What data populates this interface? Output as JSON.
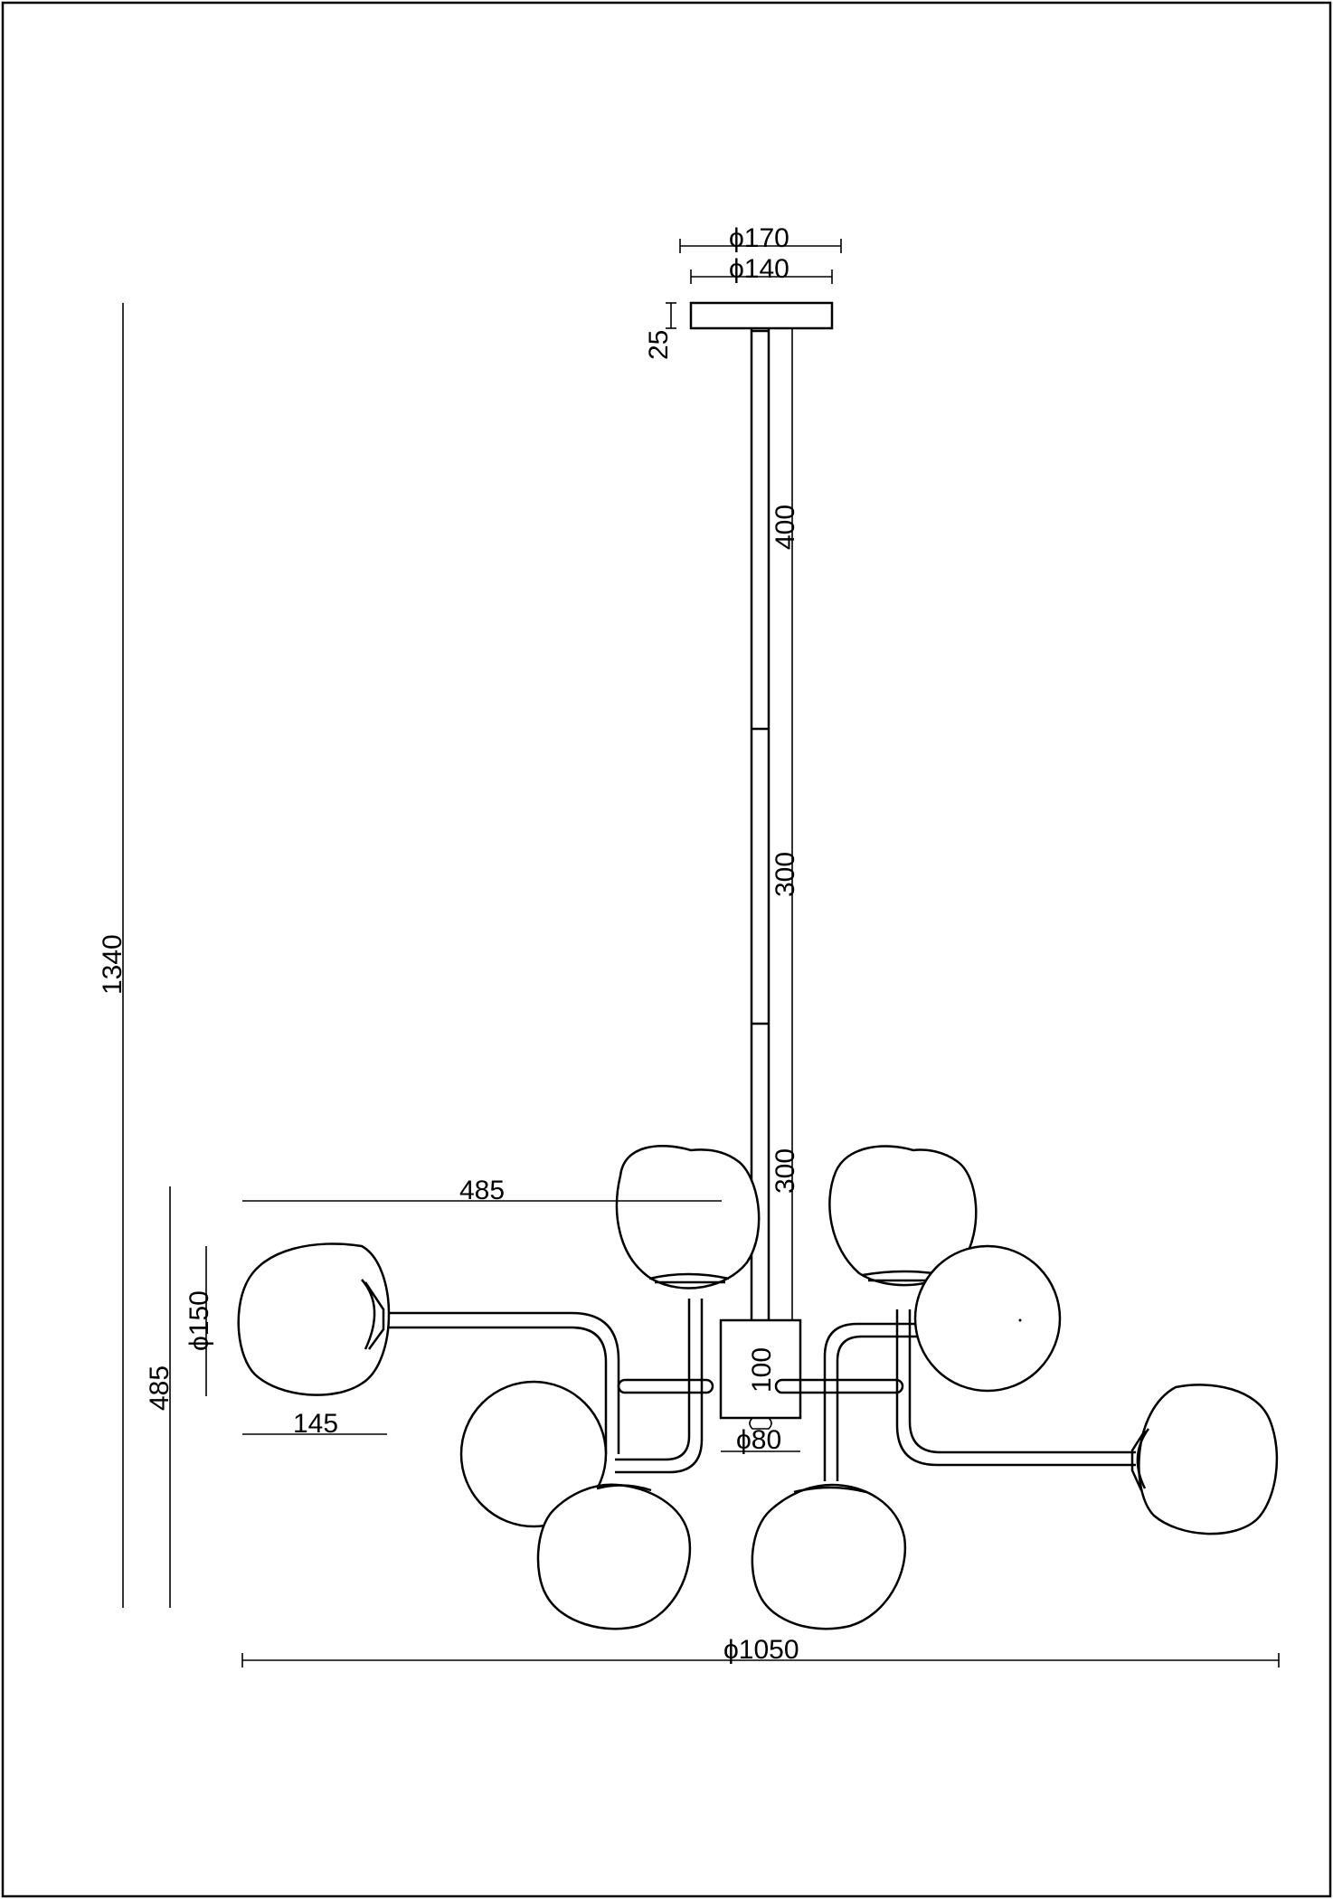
{
  "dimensions": {
    "canopy_outer_diameter": "ϕ170",
    "canopy_inner_diameter": "ϕ140",
    "canopy_height": "25",
    "rod_segment_top": "400",
    "rod_segment_middle": "300",
    "rod_segment_bottom": "300",
    "overall_height": "1340",
    "arm_reach": "485",
    "fixture_height": "485",
    "shade_diameter": "ϕ150",
    "shade_depth": "145",
    "hub_height": "100",
    "hub_diameter": "ϕ80",
    "overall_diameter": "ϕ1050"
  }
}
